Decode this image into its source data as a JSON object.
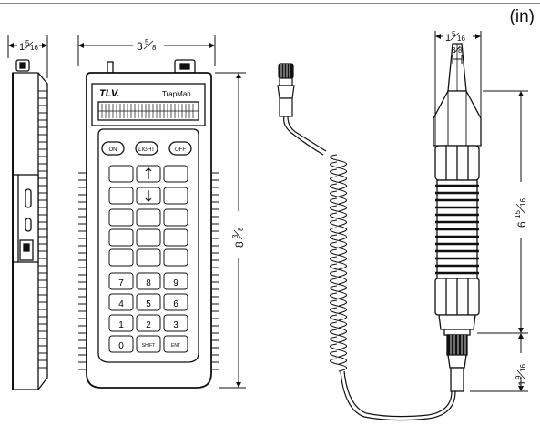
{
  "unit_label": "(in)",
  "dimensions": {
    "side_depth": {
      "whole": "1",
      "num": "5",
      "den": "16"
    },
    "front_width": {
      "whole": "3",
      "num": "5",
      "den": "8"
    },
    "height": {
      "whole": "8",
      "num": "3",
      "den": "8"
    },
    "probe_body_width": {
      "whole": "1",
      "num": "5",
      "den": "16"
    },
    "probe_tip_width": {
      "num": "3",
      "den": "8"
    },
    "probe_length": {
      "whole": "6",
      "num": "15",
      "den": "16"
    },
    "probe_connector_length": {
      "whole": "1",
      "num": "9",
      "den": "16"
    }
  },
  "device": {
    "brand": "TLV.",
    "model": "TrapMan",
    "buttons": {
      "on": "ON",
      "light": "LIGHT",
      "off": "OFF",
      "shift": "SHIFT",
      "ent": "ENT",
      "digits": [
        "7",
        "8",
        "9",
        "4",
        "5",
        "6",
        "1",
        "2",
        "3",
        "0"
      ]
    }
  }
}
